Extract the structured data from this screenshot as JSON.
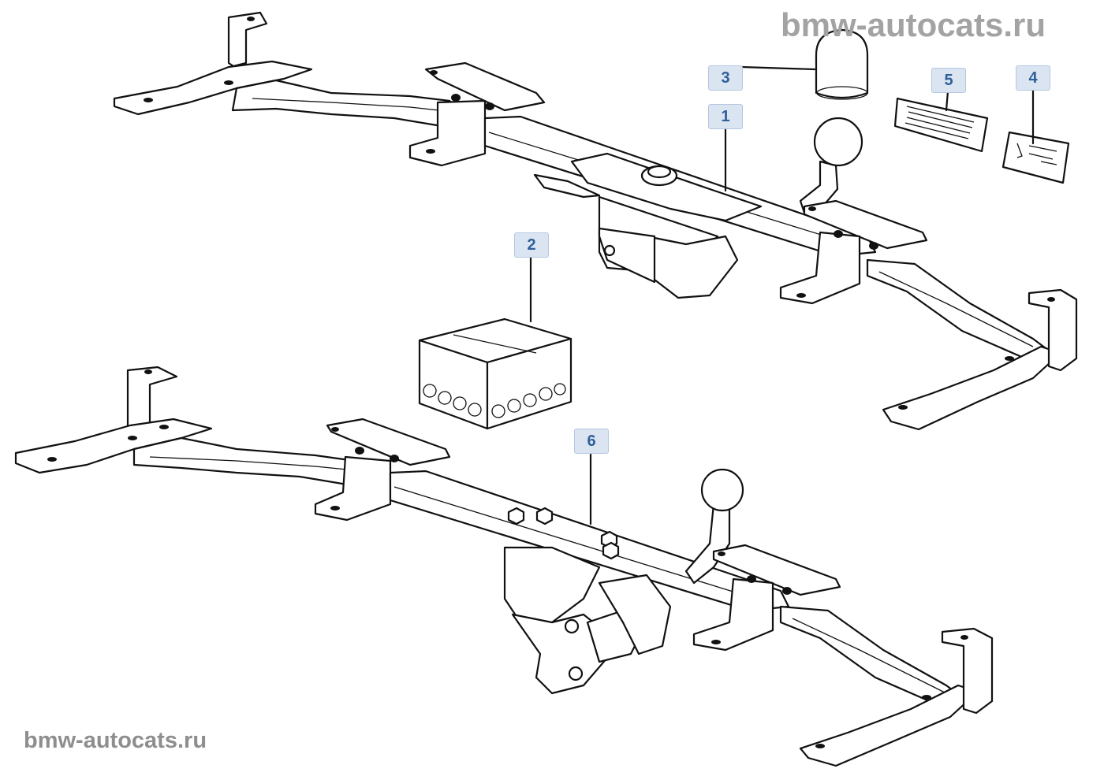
{
  "watermarks": {
    "top": "bmw-autocats.ru",
    "bottom": "bmw-autocats.ru"
  },
  "callouts": [
    {
      "id": "callout-1",
      "label": "1",
      "part": "tow-hitch-assembly-upper"
    },
    {
      "id": "callout-2",
      "label": "2",
      "part": "socket-box"
    },
    {
      "id": "callout-3",
      "label": "3",
      "part": "tow-ball-cap"
    },
    {
      "id": "callout-4",
      "label": "4",
      "part": "label-plate-small"
    },
    {
      "id": "callout-5",
      "label": "5",
      "part": "label-plate-large"
    },
    {
      "id": "callout-6",
      "label": "6",
      "part": "tow-hitch-assembly-lower"
    }
  ],
  "colors": {
    "callout_fill": "#dbe5f2",
    "callout_text": "#2e5f98",
    "line_art": "#111111",
    "watermark": "#a3a3a3"
  }
}
